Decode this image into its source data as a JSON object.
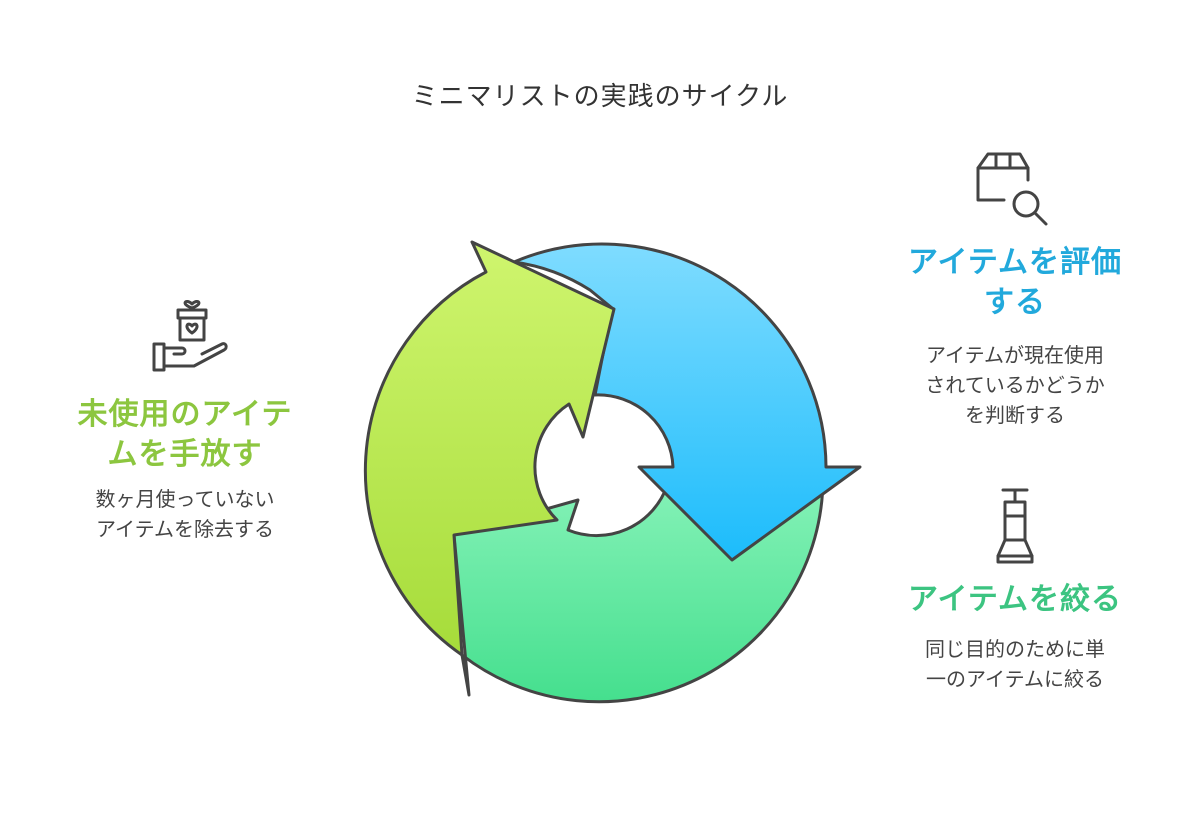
{
  "title": "ミニマリストの実践のサイクル",
  "colors": {
    "evaluate": "#22a9dc",
    "narrow": "#3cc481",
    "remove": "#8cc63f",
    "outline": "#444444"
  },
  "steps": {
    "evaluate": {
      "title_line1": "アイテムを評価",
      "title_line2": "する",
      "desc_line1": "アイテムが現在使用",
      "desc_line2": "されているかどうか",
      "desc_line3": "を判断する",
      "icon": "box-search-icon"
    },
    "narrow": {
      "title": "アイテムを絞る",
      "desc_line1": "同じ目的のために単",
      "desc_line2": "一のアイテムに絞る",
      "icon": "aeropress-icon"
    },
    "remove": {
      "title_line1": "未使用のアイテ",
      "title_line2": "ムを手放す",
      "desc_line1": "数ヶ月使っていない",
      "desc_line2": "アイテムを除去する",
      "icon": "gift-hand-icon"
    }
  }
}
